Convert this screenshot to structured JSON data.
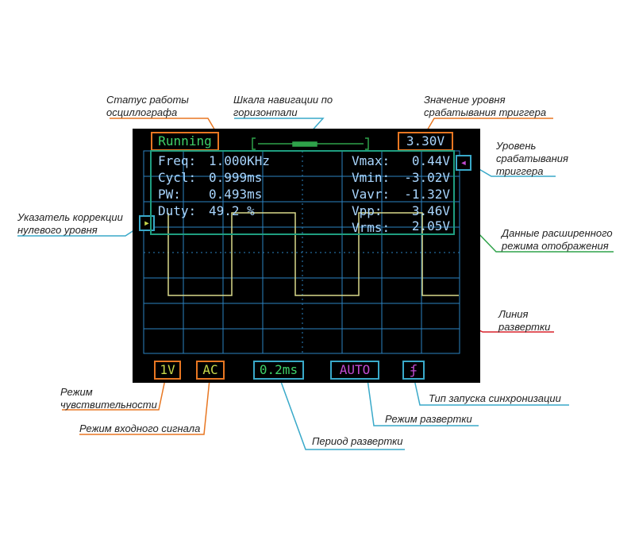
{
  "annotations": {
    "status": "Статус работы\nосциллографа",
    "nav_scale": "Шкала навигации по\nгоризонтали",
    "trigger_level_value": "Значение уровня\nсрабатывания триггера",
    "trigger_level": "Уровень\nсрабатывания\nтриггера",
    "zero_marker": "Указатель коррекции\nнулевого уровня",
    "extended_data": "Данные расширенного\nрежима отображения",
    "sweep_line": "Линия\nразвертки",
    "sensitivity": "Режим\nчувствительности",
    "input_mode": "Режим входного сигнала",
    "sweep_period": "Период развертки",
    "sweep_mode": "Режим развертки",
    "sync_type": "Тип запуска синхронизации"
  },
  "screen": {
    "status_label": "Running",
    "trigger_value": "3.30V",
    "trigger_marker_glyph": "◂",
    "zero_marker_glyph": "▸",
    "volt_div": "1V",
    "coupling": "AC",
    "time_div": "0.2ms",
    "sweep_mode": "AUTO",
    "trigger_edge_glyph": "ʄ",
    "measurements_left": [
      {
        "label": "Freq:",
        "value": "1.000KHz"
      },
      {
        "label": "Cycl:",
        "value": "0.999ms"
      },
      {
        "label": "PW:",
        "value": "0.493ms"
      },
      {
        "label": "Duty:",
        "value": "49.2 %"
      }
    ],
    "measurements_right": [
      {
        "label": "Vmax:",
        "value": "0.44V"
      },
      {
        "label": "Vmin:",
        "value": "-3.02V"
      },
      {
        "label": "Vavr:",
        "value": "-1.32V"
      },
      {
        "label": "Vpp:",
        "value": "3.46V"
      },
      {
        "label": "Vrms:",
        "value": "2.05V"
      }
    ]
  },
  "colors": {
    "orange": "#e87722",
    "cyan": "#39a9c9",
    "green": "#2fa24a",
    "red": "#d8202a",
    "magenta": "#c24bd1",
    "trace": "#d9d98a",
    "grid": "#2c83c2",
    "status_text": "#3fd26a"
  }
}
